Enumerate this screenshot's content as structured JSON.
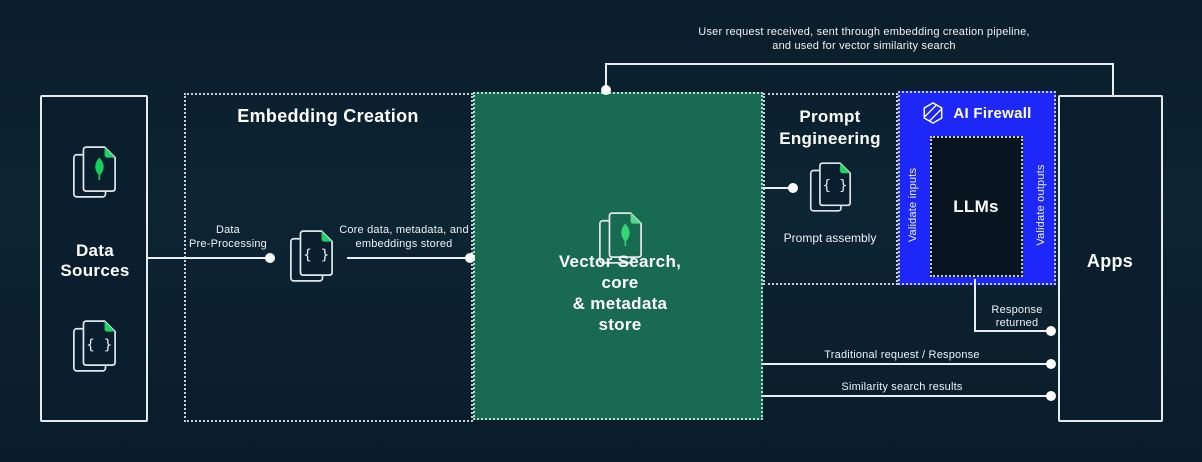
{
  "colors": {
    "background": "#0d2433",
    "panel_border": "#e7ebef",
    "vector_store_green": "#186a51",
    "firewall_blue": "#1d27f8",
    "llm_panel": "#081520",
    "line_white": "#e9eef2",
    "leaf_green": "#14cf5c",
    "fold_green": "#1fd463"
  },
  "top_note": {
    "text": "User request received, sent through embedding creation pipeline,\nand used for vector similarity search"
  },
  "data_sources": {
    "label": "Data\nSources"
  },
  "embedding": {
    "title": "Embedding Creation",
    "pre_label": "Data\nPre-Processing",
    "post_label": "Core data, metadata, and\nembeddings stored"
  },
  "vector_store": {
    "label": "Vector Search, core\n& metadata store"
  },
  "prompt": {
    "title": "Prompt\nEngineering",
    "caption": "Prompt assembly"
  },
  "firewall": {
    "title": "AI Firewall",
    "validate_inputs": "Validate inputs",
    "validate_outputs": "Validate outputs",
    "llms": "LLMs"
  },
  "apps": {
    "label": "Apps"
  },
  "flows": {
    "response": "Response\nreturned",
    "traditional": "Traditional request / Response",
    "similarity": "Similarity search results"
  }
}
